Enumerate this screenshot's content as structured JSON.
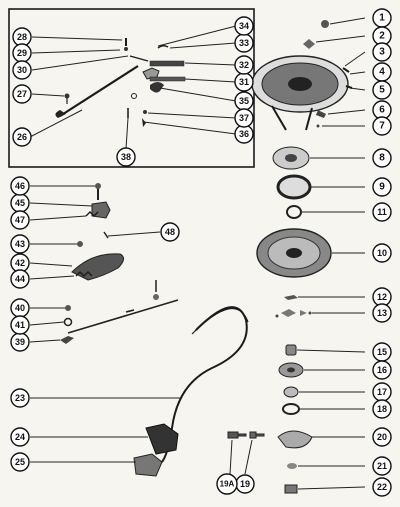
{
  "diagram": {
    "callouts": [
      {
        "id": "c1",
        "label": "1"
      },
      {
        "id": "c2",
        "label": "2"
      },
      {
        "id": "c3",
        "label": "3"
      },
      {
        "id": "c4",
        "label": "4"
      },
      {
        "id": "c5",
        "label": "5"
      },
      {
        "id": "c6",
        "label": "6"
      },
      {
        "id": "c7",
        "label": "7"
      },
      {
        "id": "c8",
        "label": "8"
      },
      {
        "id": "c9",
        "label": "9"
      },
      {
        "id": "c10",
        "label": "10"
      },
      {
        "id": "c11",
        "label": "11"
      },
      {
        "id": "c12",
        "label": "12"
      },
      {
        "id": "c13",
        "label": "13"
      },
      {
        "id": "c15",
        "label": "15"
      },
      {
        "id": "c16",
        "label": "16"
      },
      {
        "id": "c17",
        "label": "17"
      },
      {
        "id": "c18",
        "label": "18"
      },
      {
        "id": "c19",
        "label": "19"
      },
      {
        "id": "c19A",
        "label": "19A"
      },
      {
        "id": "c20",
        "label": "20"
      },
      {
        "id": "c21",
        "label": "21"
      },
      {
        "id": "c22",
        "label": "22"
      },
      {
        "id": "c23",
        "label": "23"
      },
      {
        "id": "c24",
        "label": "24"
      },
      {
        "id": "c25",
        "label": "25"
      },
      {
        "id": "c26",
        "label": "26"
      },
      {
        "id": "c27",
        "label": "27"
      },
      {
        "id": "c28",
        "label": "28"
      },
      {
        "id": "c29",
        "label": "29"
      },
      {
        "id": "c30",
        "label": "30"
      },
      {
        "id": "c31",
        "label": "31"
      },
      {
        "id": "c32",
        "label": "32"
      },
      {
        "id": "c33",
        "label": "33"
      },
      {
        "id": "c34",
        "label": "34"
      },
      {
        "id": "c35",
        "label": "35"
      },
      {
        "id": "c36",
        "label": "36"
      },
      {
        "id": "c37",
        "label": "37"
      },
      {
        "id": "c38",
        "label": "38"
      },
      {
        "id": "c39",
        "label": "39"
      },
      {
        "id": "c40",
        "label": "40"
      },
      {
        "id": "c41",
        "label": "41"
      },
      {
        "id": "c42",
        "label": "42"
      },
      {
        "id": "c43",
        "label": "43"
      },
      {
        "id": "c44",
        "label": "44"
      },
      {
        "id": "c45",
        "label": "45"
      },
      {
        "id": "c46",
        "label": "46"
      },
      {
        "id": "c47",
        "label": "47"
      },
      {
        "id": "c48",
        "label": "48"
      }
    ]
  }
}
